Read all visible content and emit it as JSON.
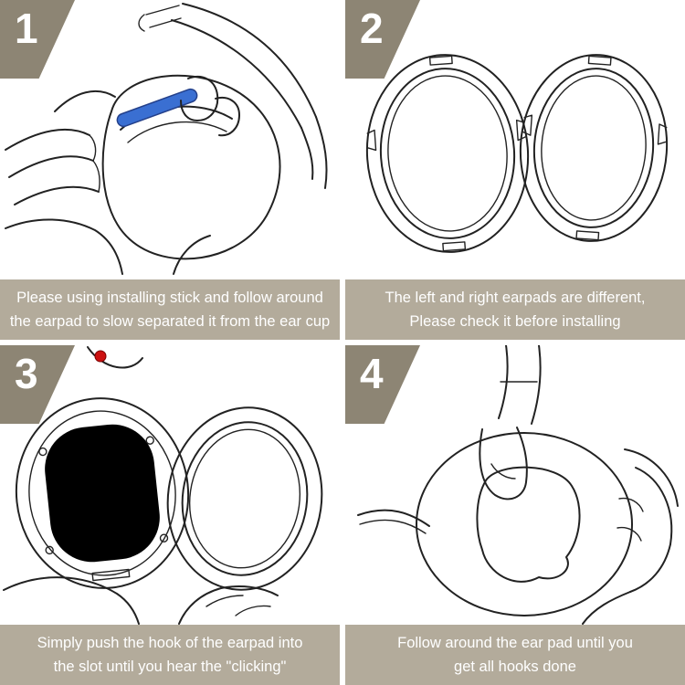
{
  "colors": {
    "caption_bg": "#b3ab9b",
    "badge_bg": "#8d8574",
    "stick_blue": "#3a6fd2",
    "screw_red": "#cc1111",
    "line": "#222222",
    "black_fill": "#000000"
  },
  "panels": [
    {
      "number": "1",
      "caption_line1": "Please using installing stick and follow around",
      "caption_line2": "the earpad to slow separated it from the ear cup",
      "illustration": "hands-prying-earpad-with-blue-installing-stick"
    },
    {
      "number": "2",
      "caption_line1": "The left and right earpads are different,",
      "caption_line2": "Please check it before installing",
      "illustration": "left-and-right-earpad-rings"
    },
    {
      "number": "3",
      "caption_line1": "Simply push the hook of the earpad into",
      "caption_line2": "the slot until you hear the \"clicking\"",
      "illustration": "pushing-earpad-hook-into-ear-cup-slot"
    },
    {
      "number": "4",
      "caption_line1": "Follow around the ear pad until you",
      "caption_line2": "get all hooks done",
      "illustration": "pressing-around-ear-pad-with-thumb"
    }
  ]
}
